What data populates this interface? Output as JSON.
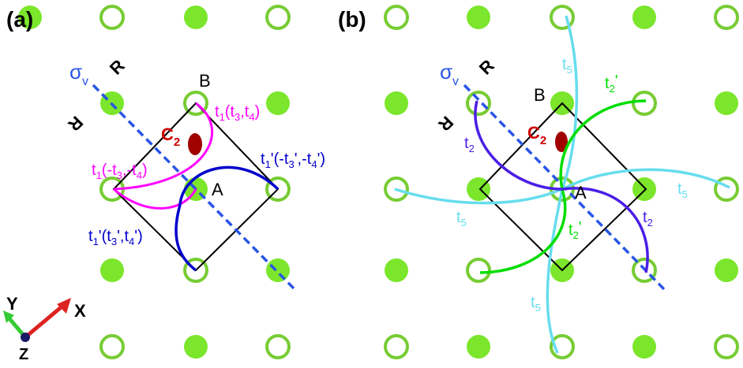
{
  "panel_a": {
    "label": "(a)",
    "sigma": "σ",
    "sigma_sub": "v",
    "mirror_letters": [
      "R",
      "R"
    ],
    "point_b": "B",
    "point_a": "A",
    "c2_main": "C",
    "c2_sub": "2",
    "hop_t1_main": "t",
    "hop_t1_sub": "1",
    "hop_t1_args": "(t",
    "hop_t1_args_sub1": "3",
    "hop_t1_args_mid": ",t",
    "hop_t1_args_sub2": "4",
    "hop_t1_args_end": ")",
    "hop_t1neg_prefix": "t",
    "hop_t1neg_sub": "1",
    "hop_t1neg_args_open": "(-t",
    "hop_t1neg_args_sub1": "3",
    "hop_t1neg_args_mid": ",-t",
    "hop_t1neg_args_sub2": "4",
    "hop_t1neg_args_end": ")",
    "hop_t1p_main": "t",
    "hop_t1p_sub": "1",
    "hop_t1p_prime": "'(-t",
    "hop_t1p_sub1": "3",
    "hop_t1p_mid": "',-t",
    "hop_t1p_sub2": "4",
    "hop_t1p_end": "')",
    "hop_t1p2_main": "t",
    "hop_t1p2_sub": "1",
    "hop_t1p2_prime": "'(t",
    "hop_t1p2_sub1": "3",
    "hop_t1p2_mid": "',t",
    "hop_t1p2_sub2": "4",
    "hop_t1p2_end": "')"
  },
  "panel_b": {
    "label": "(b)",
    "sigma": "σ",
    "sigma_sub": "v",
    "mirror_letters": [
      "R",
      "R"
    ],
    "point_b": "B",
    "point_a": "A",
    "c2_main": "C",
    "c2_sub": "2",
    "t2_main": "t",
    "t2_sub": "2",
    "t2p_sub": "2",
    "t2p_prime": "'",
    "t5_main": "t",
    "t5_sub": "5"
  },
  "axes": {
    "x_label": "X",
    "y_label": "Y",
    "z_label": "Z"
  },
  "colors": {
    "site_green": "#7be62c",
    "ring_green": "#77cc33",
    "sigma_blue": "#2a55e6",
    "magenta": "#ff00ff",
    "dark_blue": "#0000cc",
    "purple": "#4b1ee6",
    "green_bond": "#00dd00",
    "cyan": "#66ddee",
    "c2_red": "#cc0000",
    "ellipse_red": "#a00000",
    "axis_x_red": "#dd2222",
    "axis_y_green": "#33cc33",
    "axis_z_navy": "#1a1a66"
  }
}
